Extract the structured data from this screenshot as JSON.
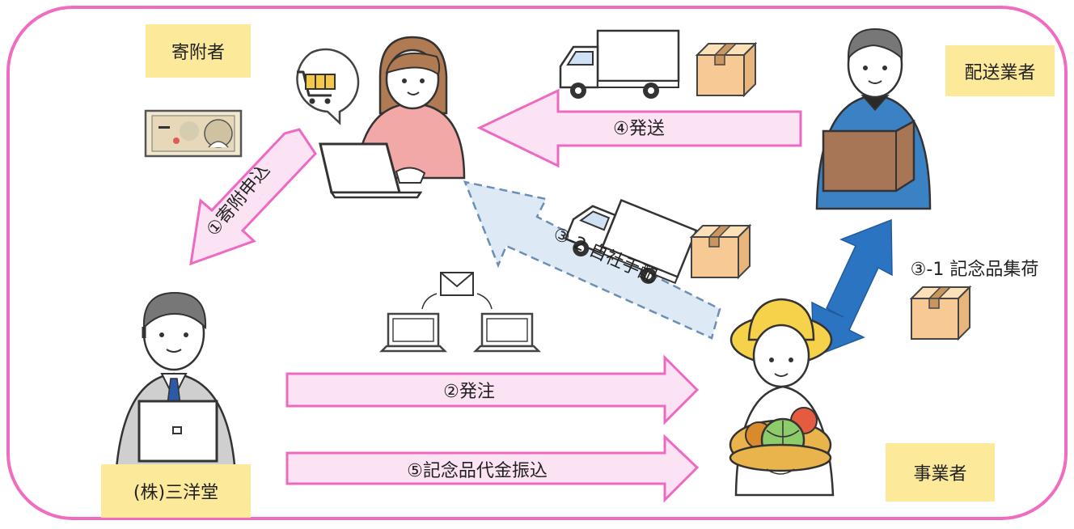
{
  "actors": {
    "donor": "寄附者",
    "carrier": "配送業者",
    "company": "(株)三洋堂",
    "business": "事業者"
  },
  "flows": {
    "apply": "①寄附申込",
    "order": "②発注",
    "pickup": "③-1 記念品集荷",
    "self": "③-2 自社手配",
    "ship": "④発送",
    "pay": "⑤記念品代金振込"
  },
  "colors": {
    "frame": "#f06cc0",
    "arrow_fill": "#fbe3f3",
    "arrow_stroke": "#ee6ac2",
    "self_arrow_fill": "#dde9f5",
    "self_arrow_stroke": "#6b8fb5",
    "pickup_arrow": "#2b74c2",
    "label_bg": "#fde99a"
  },
  "icons": {
    "donor": "woman-with-laptop-icon",
    "cart": "shopping-cart-bubble-icon",
    "banknote": "banknote-icon",
    "truck": "delivery-truck-icon",
    "box": "cardboard-box-icon",
    "carrier": "delivery-man-holding-box-icon",
    "operator": "operator-with-laptop-icon",
    "mail": "email-network-icon",
    "farmer": "farmer-with-vegetable-basket-icon"
  }
}
